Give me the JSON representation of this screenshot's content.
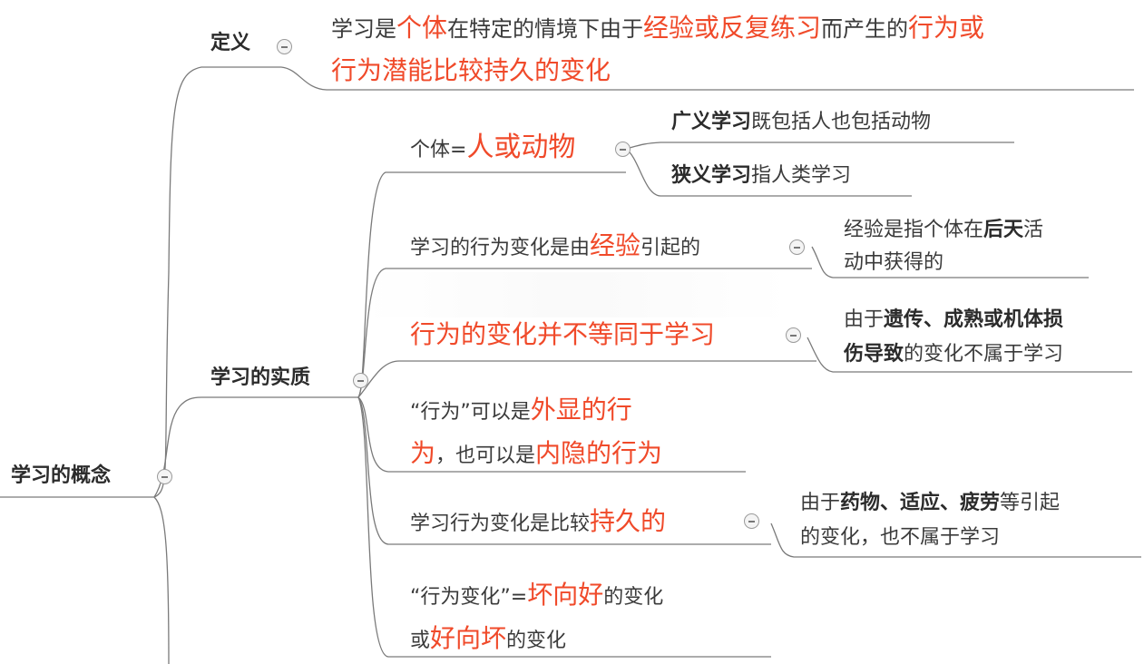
{
  "root": {
    "label": "学习的概念"
  },
  "definition": {
    "label": "定义",
    "text_parts": [
      {
        "t": "学习是",
        "s": "n"
      },
      {
        "t": "个体",
        "s": "r"
      },
      {
        "t": "在特定的情境下由于",
        "s": "n"
      },
      {
        "t": "经验或反复练习",
        "s": "r"
      },
      {
        "t": "而产生的",
        "s": "n"
      },
      {
        "t": "行为或",
        "s": "r"
      }
    ],
    "text_parts_2": [
      {
        "t": "行为潜能比较持久的变化",
        "s": "r"
      }
    ]
  },
  "essence": {
    "label": "学习的实质",
    "items": [
      {
        "parts": [
          {
            "t": "个体=",
            "s": "n"
          },
          {
            "t": "人或动物",
            "s": "r"
          }
        ],
        "children": [
          {
            "parts": [
              {
                "t": "广义学习",
                "s": "b"
              },
              {
                "t": "既包括人也包括动物",
                "s": "n"
              }
            ]
          },
          {
            "parts": [
              {
                "t": "狭义学习",
                "s": "b"
              },
              {
                "t": "指人类学习",
                "s": "n"
              }
            ]
          }
        ]
      },
      {
        "parts": [
          {
            "t": "学习的行为变化是由",
            "s": "n"
          },
          {
            "t": "经验",
            "s": "r"
          },
          {
            "t": "引起的",
            "s": "n"
          }
        ],
        "child_lines": [
          [
            {
              "t": "经验是指个体在",
              "s": "n"
            },
            {
              "t": "后天",
              "s": "b"
            },
            {
              "t": "活",
              "s": "n"
            }
          ],
          [
            {
              "t": "动中获得的",
              "s": "n"
            }
          ]
        ]
      },
      {
        "parts": [
          {
            "t": "行为的变化并不等同于学习",
            "s": "r"
          }
        ],
        "child_lines": [
          [
            {
              "t": "由于",
              "s": "n"
            },
            {
              "t": "遗传、成熟或机体损",
              "s": "b"
            }
          ],
          [
            {
              "t": "伤导致",
              "s": "b"
            },
            {
              "t": "的变化不属于学习",
              "s": "n"
            }
          ]
        ]
      },
      {
        "lines": [
          [
            {
              "t": "“行为”可以是",
              "s": "n"
            },
            {
              "t": "外显的行",
              "s": "r"
            }
          ],
          [
            {
              "t": "为",
              "s": "r"
            },
            {
              "t": "，也可以是",
              "s": "n"
            },
            {
              "t": "内隐的行为",
              "s": "r"
            }
          ]
        ]
      },
      {
        "parts": [
          {
            "t": "学习行为变化是比较",
            "s": "n"
          },
          {
            "t": "持久的",
            "s": "r"
          }
        ],
        "child_lines": [
          [
            {
              "t": "由于",
              "s": "n"
            },
            {
              "t": "药物、适应、疲劳",
              "s": "b"
            },
            {
              "t": "等引起",
              "s": "n"
            }
          ],
          [
            {
              "t": "的变化，也不属于学习",
              "s": "n"
            }
          ]
        ]
      },
      {
        "lines": [
          [
            {
              "t": "“行为变化”=",
              "s": "n"
            },
            {
              "t": "坏向好",
              "s": "r"
            },
            {
              "t": "的变化",
              "s": "n"
            }
          ],
          [
            {
              "t": "或",
              "s": "n"
            },
            {
              "t": "好向坏",
              "s": "r"
            },
            {
              "t": "的变化",
              "s": "n"
            }
          ]
        ]
      }
    ]
  },
  "colors": {
    "accent": "#f04a2a",
    "line": "#7a7a7a",
    "text": "#3a3a3a"
  }
}
